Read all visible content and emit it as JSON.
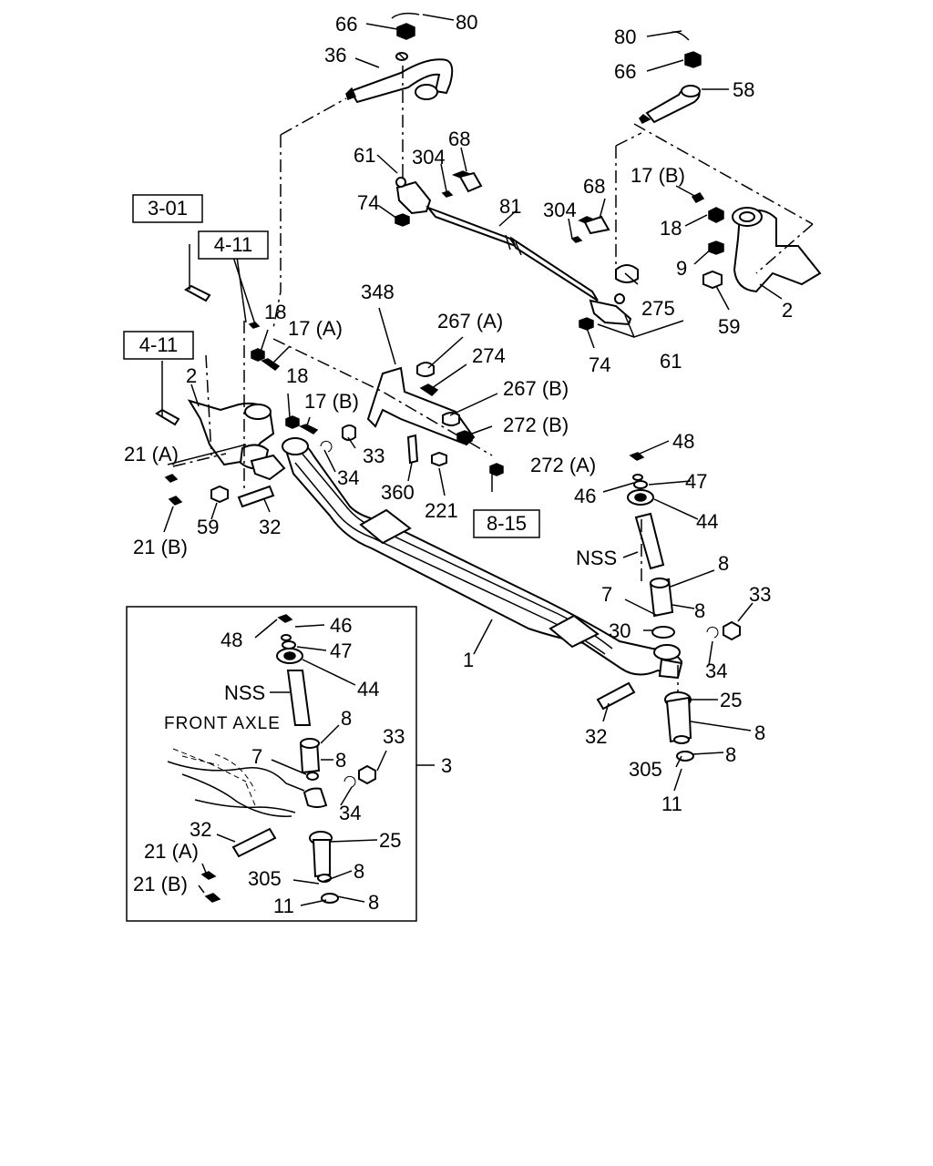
{
  "refs": {
    "r1": "3-01",
    "r2": "4-11",
    "r3": "4-11",
    "r4": "8-15"
  },
  "detail": {
    "title": "FRONT AXLE",
    "group_no": "3"
  },
  "labels": {
    "l66a": "66",
    "l80a": "80",
    "l36": "36",
    "l80b": "80",
    "l66b": "66",
    "l58": "58",
    "l68a": "68",
    "l61a": "61",
    "l304a": "304",
    "l74a": "74",
    "l81": "81",
    "l68b": "68",
    "l304b": "304",
    "l17Ba": "17 (B)",
    "l18a": "18",
    "l9": "9",
    "l275": "275",
    "l59a": "59",
    "l2a": "2",
    "l74b": "74",
    "l61b": "61",
    "l348": "348",
    "l267A": "267 (A)",
    "l274": "274",
    "l267B": "267 (B)",
    "l272B": "272 (B)",
    "l272A": "272 (A)",
    "l18b": "18",
    "l17A": "17 (A)",
    "l2b": "2",
    "l18c": "18",
    "l17Bb": "17 (B)",
    "l33a": "33",
    "l34a": "34",
    "l360": "360",
    "l221": "221",
    "l21Aa": "21 (A)",
    "l21Ba": "21 (B)",
    "l59b": "59",
    "l32a": "32",
    "l48a": "48",
    "l47a": "47",
    "l46a": "46",
    "l44a": "44",
    "lNSSa": "NSS",
    "l8a": "8",
    "l7a": "7",
    "l8b": "8",
    "l33b": "33",
    "l30": "30",
    "l34b": "34",
    "l1": "1",
    "l25a": "25",
    "l32b": "32",
    "l8c": "8",
    "l305a": "305",
    "l8d": "8",
    "l11a": "11",
    "l48b": "48",
    "l46b": "46",
    "l47b": "47",
    "l44b": "44",
    "lNSSb": "NSS",
    "l8e": "8",
    "l7b": "7",
    "l8f": "8",
    "l33c": "33",
    "l34c": "34",
    "l32c": "32",
    "l21Ab": "21 (A)",
    "l25b": "25",
    "l21Bb": "21 (B)",
    "l305b": "305",
    "l8g": "8",
    "l11b": "11",
    "l8h": "8"
  }
}
